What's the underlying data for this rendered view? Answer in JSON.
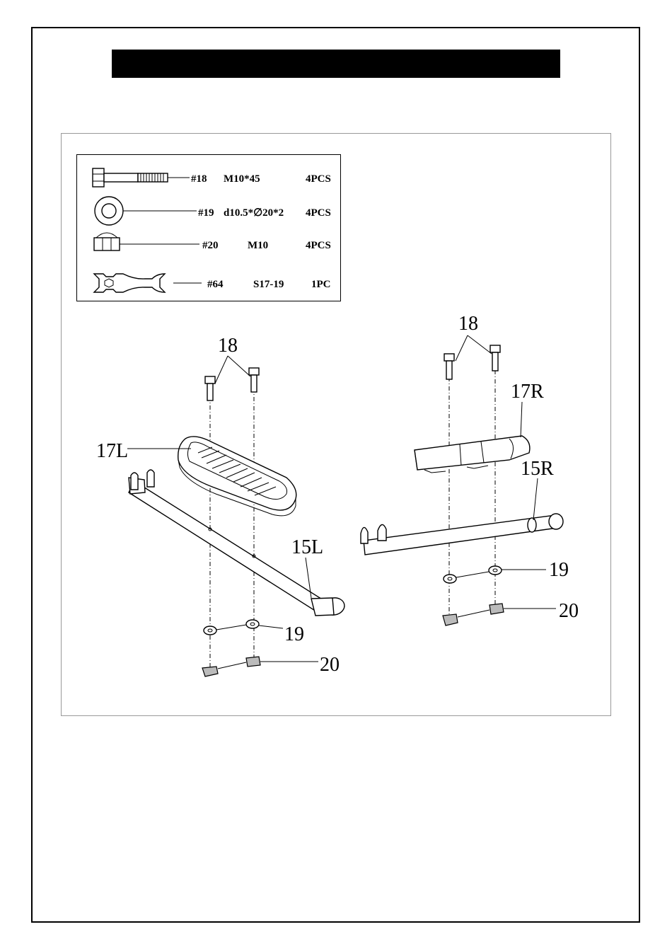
{
  "hardware": [
    {
      "part": "#18",
      "size": "M10*45",
      "qty": "4PCS",
      "icon": "bolt-icon"
    },
    {
      "part": "#19",
      "size": "d10.5*∅20*2",
      "qty": "4PCS",
      "icon": "washer-icon"
    },
    {
      "part": "#20",
      "size": "M10",
      "qty": "4PCS",
      "icon": "nut-icon"
    },
    {
      "part": "#64",
      "size": "S17-19",
      "qty": "1PC",
      "icon": "wrench-icon"
    }
  ],
  "callouts": {
    "left_bolt": "18",
    "left_pedal": "17L",
    "left_tube": "15L",
    "left_washer": "19",
    "left_nut": "20",
    "right_bolt": "18",
    "right_pedal": "17R",
    "right_tube": "15R",
    "right_washer": "19",
    "right_nut": "20"
  }
}
